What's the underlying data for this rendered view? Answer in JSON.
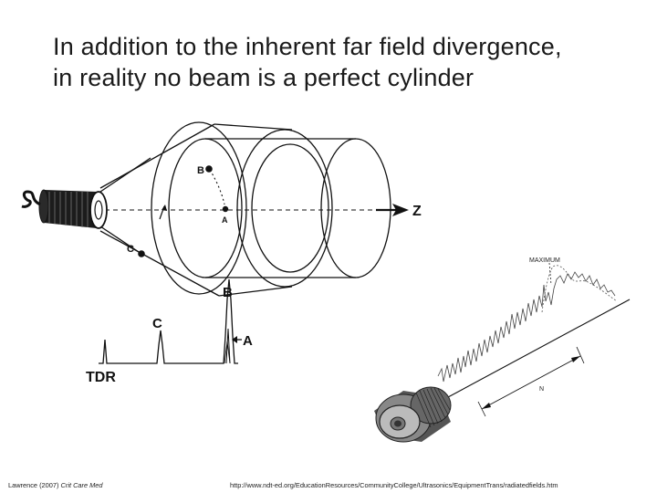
{
  "slide": {
    "title_line1": "In addition to the inherent far field divergence,",
    "title_line2": "in reality no beam is a perfect cylinder",
    "citation_left_authors": "Lawrence (2007)",
    "citation_left_journal": "Crit Care Med",
    "citation_right_url": "http://www.ndt-ed.org/EducationResources/CommunityCollege/Ultrasonics/EquipmentTrans/radiatedfields.htm"
  },
  "figure_beam": {
    "label_b": "B",
    "label_a": "A",
    "label_c": "C",
    "label_z": "Z",
    "signal_label_b": "B",
    "signal_label_c": "C",
    "signal_label_a": "A",
    "signal_label_tdr": "TDR"
  },
  "figure_field": {
    "label_maximum": "MAXIMUM",
    "label_n": "N"
  }
}
